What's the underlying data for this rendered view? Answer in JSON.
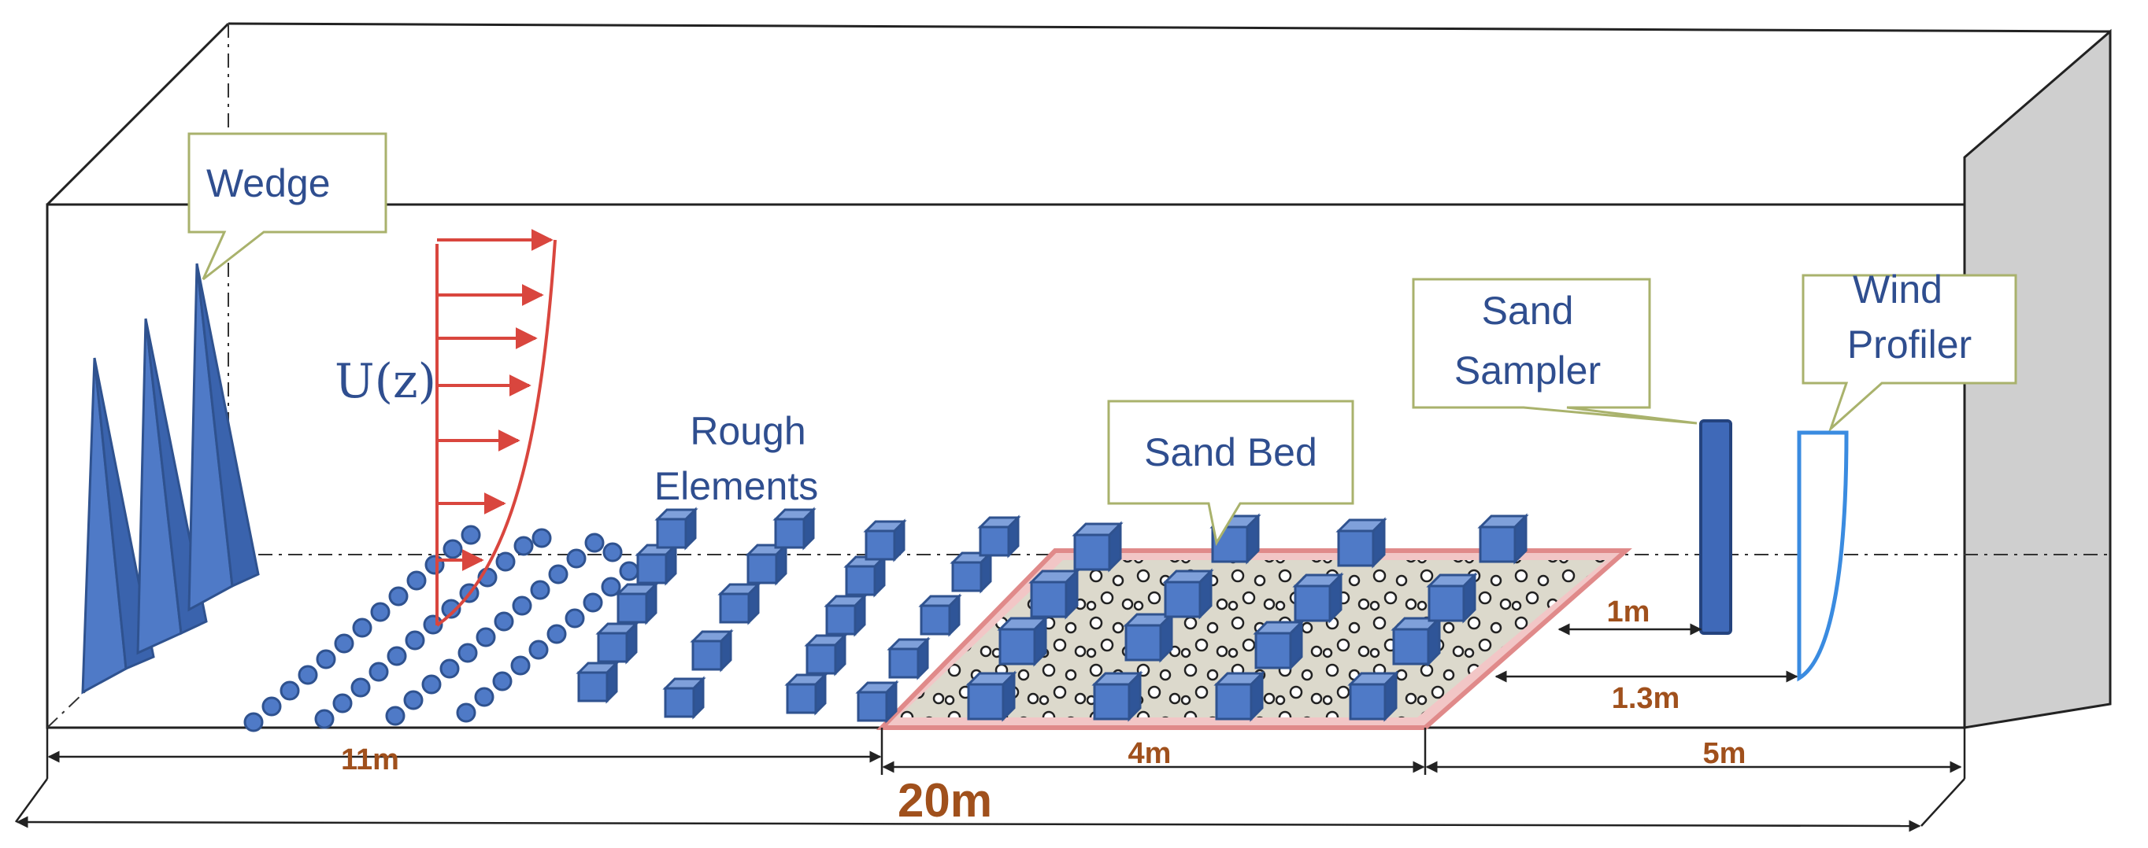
{
  "labels": {
    "wedge": "Wedge",
    "velocity": "U(z)",
    "rough_line1": "Rough",
    "rough_line2": "Elements",
    "sand_bed": "Sand Bed",
    "sampler_line1": "Sand",
    "sampler_line2": "Sampler",
    "profiler_line1": "Wind",
    "profiler_line2": "Profiler"
  },
  "dimensions": {
    "rough_section": "11m",
    "sand_bed_length": "4m",
    "downstream": "5m",
    "total_length": "20m",
    "sampler_offset": "1m",
    "profiler_offset": "1.3m"
  },
  "colors": {
    "element_fill": "#4f7ac7",
    "element_stroke": "#2f528f",
    "velocity_profile": "#d9463e",
    "callout_border": "#a9b26c",
    "dimension_text": "#a0501c",
    "label_text": "#2f4e8f",
    "sand_bed_border": "#e08a8a",
    "profiler_outline": "#3a8be0"
  }
}
